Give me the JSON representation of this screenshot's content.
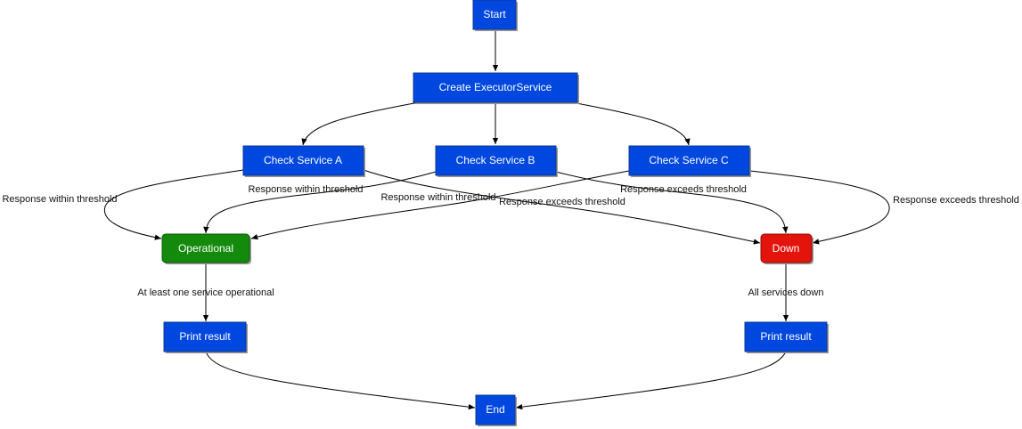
{
  "colors": {
    "process": "#0047e0",
    "process_border": "#103a8c",
    "operational": "#138a0c",
    "operational_border": "#0c5a07",
    "down": "#e3140c",
    "down_border": "#8f0e08",
    "edge": "#000000",
    "shadow": "#9a9a9a"
  },
  "nodes": {
    "start": "Start",
    "create_executor": "Create ExecutorService",
    "check_a": "Check Service A",
    "check_b": "Check Service B",
    "check_c": "Check Service C",
    "operational": "Operational",
    "down": "Down",
    "print_left": "Print result",
    "print_right": "Print result",
    "end": "End"
  },
  "edge_labels": {
    "a_within": "Response within threshold",
    "a_exceeds": "Response exceeds threshold",
    "b_within": "Response within threshold",
    "b_exceeds": "Response exceeds threshold",
    "c_within": "Response within threshold",
    "c_exceeds": "Response exceeds threshold",
    "at_least_one": "At least one service operational",
    "all_down": "All services down"
  }
}
